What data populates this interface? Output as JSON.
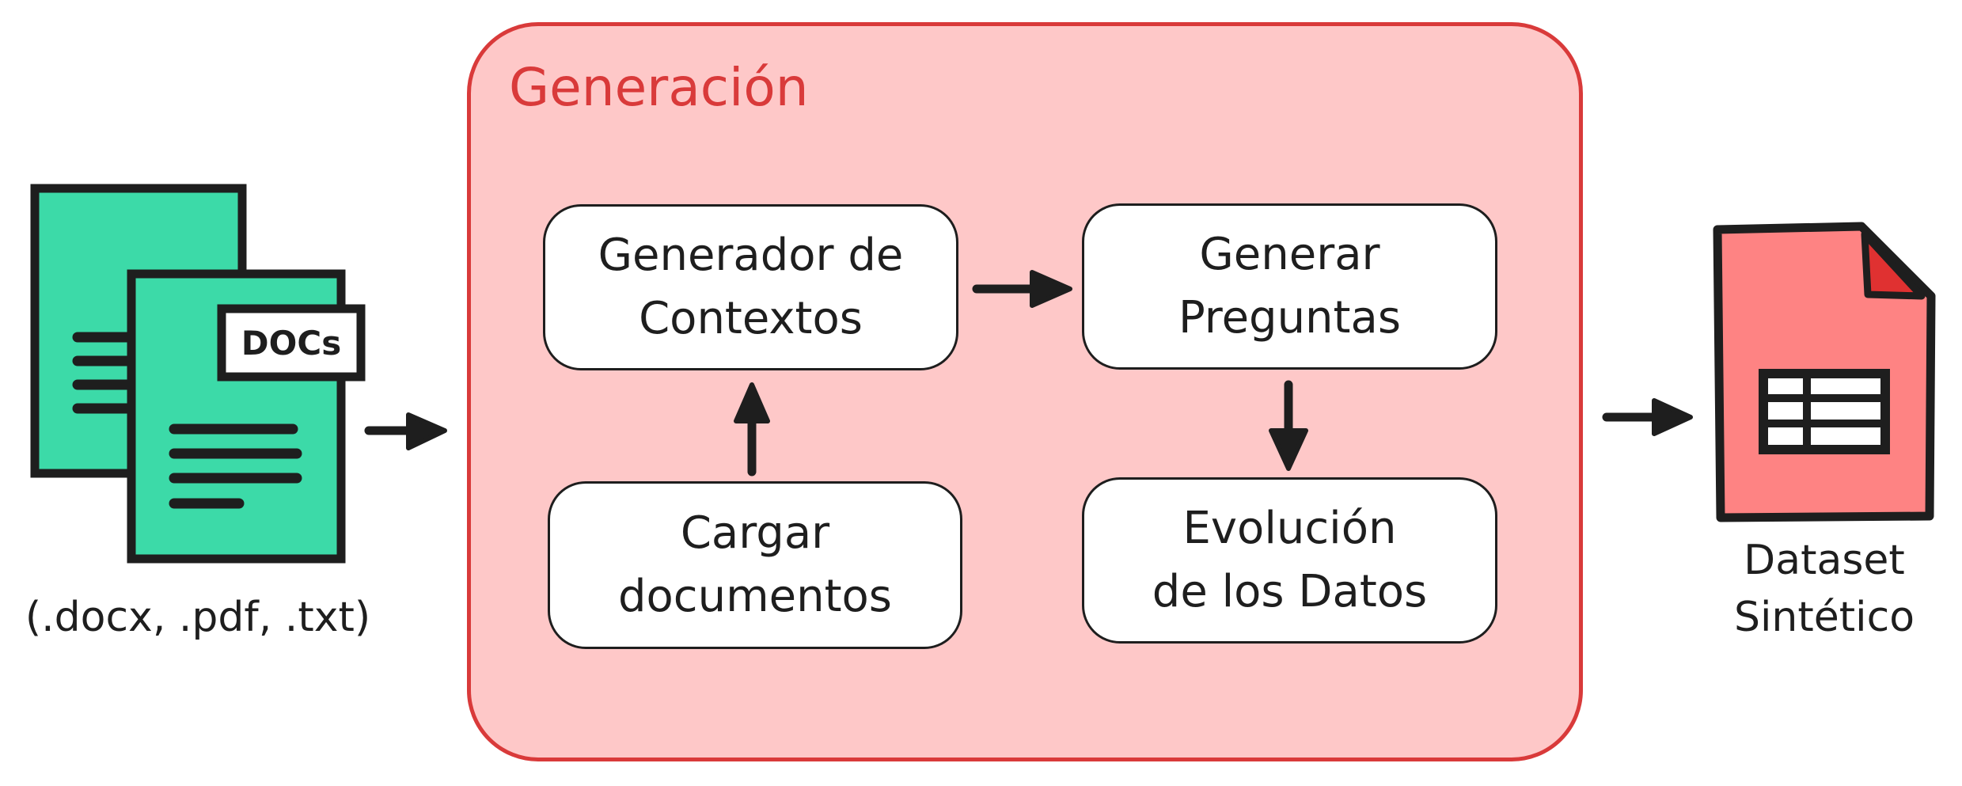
{
  "stage": {
    "title": "Generación"
  },
  "steps": {
    "context_generator": "Generador de\nContextos",
    "generate_questions": "Generar\nPreguntas",
    "load_documents": "Cargar\ndocumentos",
    "data_evolution": "Evolución\nde los Datos"
  },
  "input": {
    "badge": "DOCs",
    "formats": "(.docx, .pdf, .txt)"
  },
  "output": {
    "label": "Dataset\nSintético"
  },
  "colors": {
    "stage_fill": "#fec8c8",
    "stage_border": "#d93a3a",
    "documents_fill": "#3cdaa8",
    "dataset_fill": "#fe8383",
    "dataset_corner": "#e03131",
    "stroke": "#1e1e1e"
  },
  "icons": {
    "input": "documents-icon",
    "output": "spreadsheet-file-icon"
  }
}
